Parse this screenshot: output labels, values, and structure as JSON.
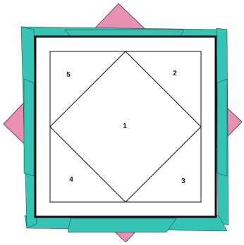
{
  "colors": {
    "background": "#ffffff",
    "pink": "#e98fb1",
    "teal": "#35c3b5",
    "outline": "#111111",
    "inner_fill": "#ffffff",
    "label": "#222222"
  },
  "regions": [
    {
      "id": "1",
      "label": "1"
    },
    {
      "id": "2",
      "label": "2"
    },
    {
      "id": "3",
      "label": "3"
    },
    {
      "id": "4",
      "label": "4"
    },
    {
      "id": "5",
      "label": "5"
    }
  ]
}
